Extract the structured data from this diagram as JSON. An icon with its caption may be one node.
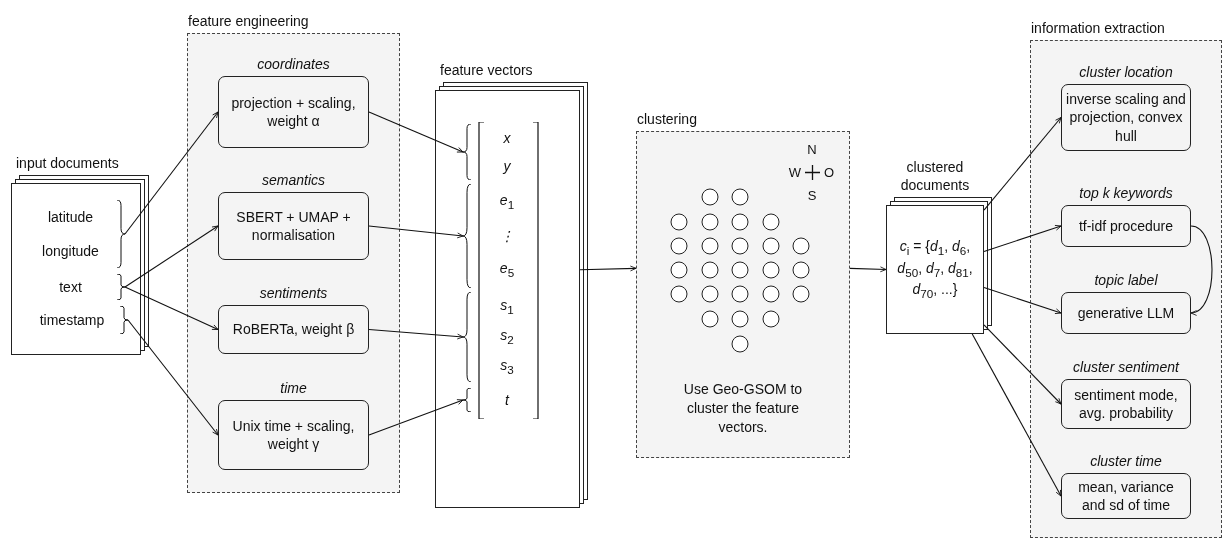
{
  "diagram": {
    "nodes": [
      {
        "text": [
          "input documents"
        ]
      },
      {
        "text": [
          "latitude",
          "longitude"
        ],
        "in": 0
      },
      {
        "text": [
          "text"
        ],
        "in": 0
      },
      {
        "text": [
          "timestamp"
        ],
        "in": 0
      },
      {
        "text": [
          "feature engineering"
        ]
      },
      {
        "text": [
          "coordinates",
          "projection + scaling, weight α"
        ],
        "in": 4
      },
      {
        "text": [
          "semantics",
          "SBERT + UMAP + normalisation"
        ],
        "in": 4
      },
      {
        "text": [
          "sentiments",
          "RoBERTa, weight β"
        ],
        "in": 4
      },
      {
        "text": [
          "time",
          "Unix time + scaling, weight γ"
        ],
        "in": 4
      },
      {
        "text": [
          "feature vectors"
        ]
      },
      {
        "text": [
          "x",
          "y"
        ],
        "in": 9
      },
      {
        "text": [
          "e$_{1}$",
          "⋮",
          "e$_{5}$"
        ],
        "in": 9
      },
      {
        "text": [
          "s$_{1}$",
          "s$_{2}$",
          "s$_{3}$"
        ],
        "in": 9
      },
      {
        "text": [
          "t"
        ],
        "in": 9
      },
      {
        "text": [
          "clustering",
          "Use Geo-GSOM to cluster the feature vectors."
        ]
      },
      {
        "text": [
          "clustered documents",
          "*c*$_{i}$ = {*d*$_{1}$, *d*$_{6}$, *d*$_{50}$, *d*$_{7}$, *d*$_{81}$, *d*$_{70}$, ...}"
        ]
      },
      {
        "text": [
          "information extraction"
        ]
      },
      {
        "text": [
          "cluster location",
          "inverse scaling and projection, convex hull"
        ],
        "in": 16
      },
      {
        "text": [
          "top k keywords",
          "tf-idf procedure"
        ],
        "in": 16
      },
      {
        "text": [
          "topic label",
          "generative LLM"
        ],
        "in": 16
      },
      {
        "text": [
          "cluster sentiment",
          "sentiment mode, avg. probability"
        ],
        "in": 16
      },
      {
        "text": [
          "cluster time",
          "mean, variance and sd of time"
        ],
        "in": 16
      }
    ],
    "edges": [
      {
        "from": 1,
        "to": 5,
        "arrow": "to"
      },
      {
        "from": 2,
        "to": 6,
        "arrow": "to"
      },
      {
        "from": 2,
        "to": 7,
        "arrow": "to"
      },
      {
        "from": 3,
        "to": 8,
        "arrow": "to"
      },
      {
        "from": 5,
        "to": 10,
        "arrow": "to"
      },
      {
        "from": 6,
        "to": 11,
        "arrow": "to"
      },
      {
        "from": 7,
        "to": 12,
        "arrow": "to"
      },
      {
        "from": 8,
        "to": 13,
        "arrow": "to"
      },
      {
        "from": 9,
        "to": 14,
        "arrow": "to"
      },
      {
        "from": 14,
        "to": 15,
        "arrow": "to"
      },
      {
        "from": 15,
        "to": 17,
        "arrow": "to"
      },
      {
        "from": 15,
        "to": 18,
        "arrow": "to"
      },
      {
        "from": 15,
        "to": 19,
        "arrow": "to"
      },
      {
        "from": 15,
        "to": 20,
        "arrow": "to"
      },
      {
        "from": 15,
        "to": 21,
        "arrow": "to"
      },
      {
        "from": 18,
        "to": 19,
        "arrow": "to"
      }
    ],
    "labels": [
      "N",
      "W",
      "O",
      "S"
    ]
  }
}
